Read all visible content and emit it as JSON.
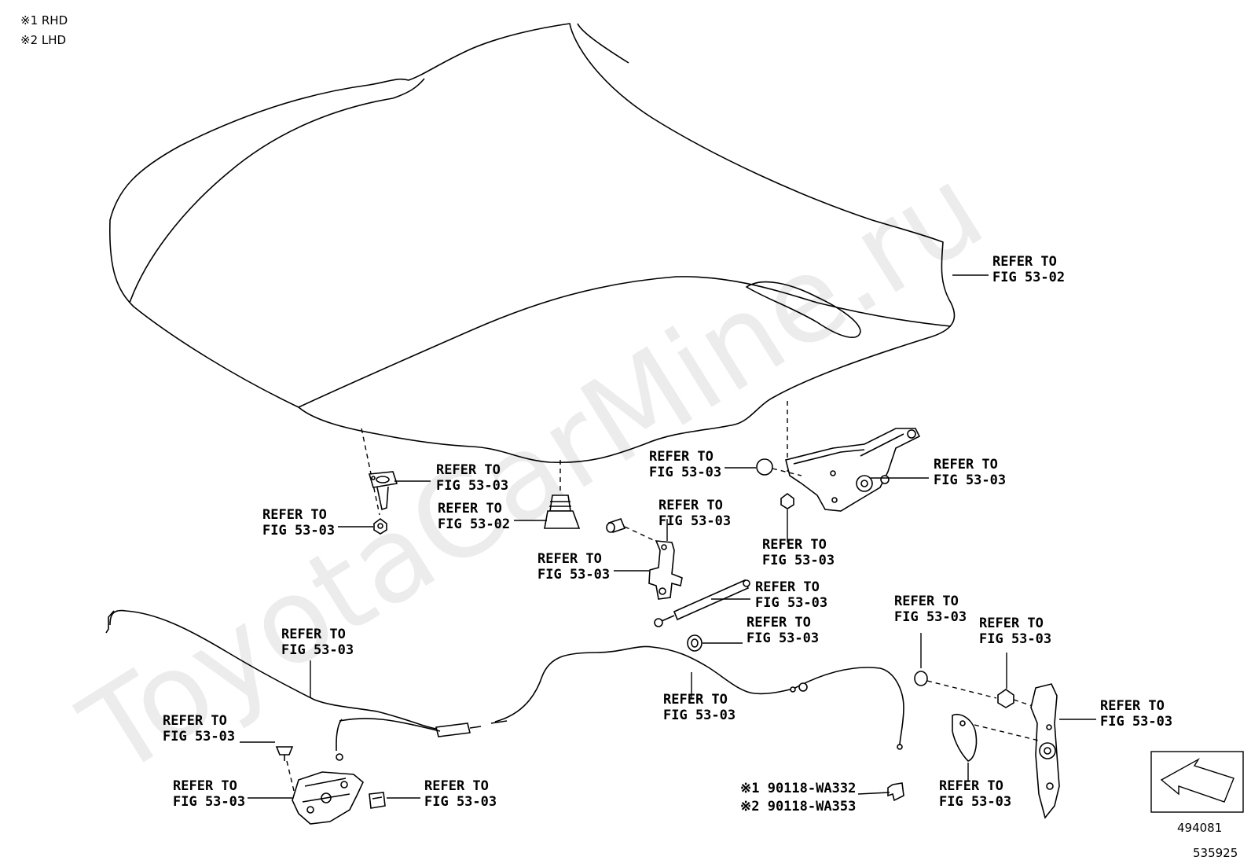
{
  "notes": {
    "rhd": "※1 RHD",
    "lhd": "※2 LHD"
  },
  "watermark": "ToyotaCarMine.ru",
  "refer_to": "REFER TO",
  "labels": [
    {
      "id": "hood",
      "fig": "FIG 53-02"
    },
    {
      "id": "hood-lock-striker",
      "fig": "FIG 53-03"
    },
    {
      "id": "striker-nut",
      "fig": "FIG 53-03"
    },
    {
      "id": "hood-cushion",
      "fig": "FIG 53-02"
    },
    {
      "id": "hinge-nut",
      "fig": "FIG 53-03"
    },
    {
      "id": "hood-hinge",
      "fig": "FIG 53-03"
    },
    {
      "id": "hinge-bolt",
      "fig": "FIG 53-03"
    },
    {
      "id": "support-bolt",
      "fig": "FIG 53-03"
    },
    {
      "id": "support-bracket",
      "fig": "FIG 53-03"
    },
    {
      "id": "hood-support",
      "fig": "FIG 53-03"
    },
    {
      "id": "support-grommet",
      "fig": "FIG 53-03"
    },
    {
      "id": "release-cable",
      "fig": "FIG 53-03"
    },
    {
      "id": "cable-clamp",
      "fig": "FIG 53-03"
    },
    {
      "id": "lock-clip",
      "fig": "FIG 53-03"
    },
    {
      "id": "hood-lock",
      "fig": "FIG 53-03"
    },
    {
      "id": "lock-retainer",
      "fig": "FIG 53-03"
    },
    {
      "id": "lever-clip",
      "fig": "FIG 53-03"
    },
    {
      "id": "lever-nut",
      "fig": "FIG 53-03"
    },
    {
      "id": "release-lever",
      "fig": "FIG 53-03"
    },
    {
      "id": "lever-cover",
      "fig": "FIG 53-03"
    }
  ],
  "clip_parts": {
    "rhd": "※1 90118-WA332",
    "lhd": "※2 90118-WA353"
  },
  "arrow_box_code": "494081",
  "diagram_code": "535925"
}
